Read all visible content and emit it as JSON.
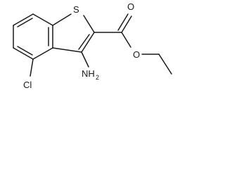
{
  "molecule": {
    "atoms": {
      "sulfur": "S",
      "carbonyl_oxygen": "O",
      "ester_oxygen": "O",
      "amino": "NH",
      "amino_subscript": "2",
      "chlorine": "Cl"
    }
  }
}
